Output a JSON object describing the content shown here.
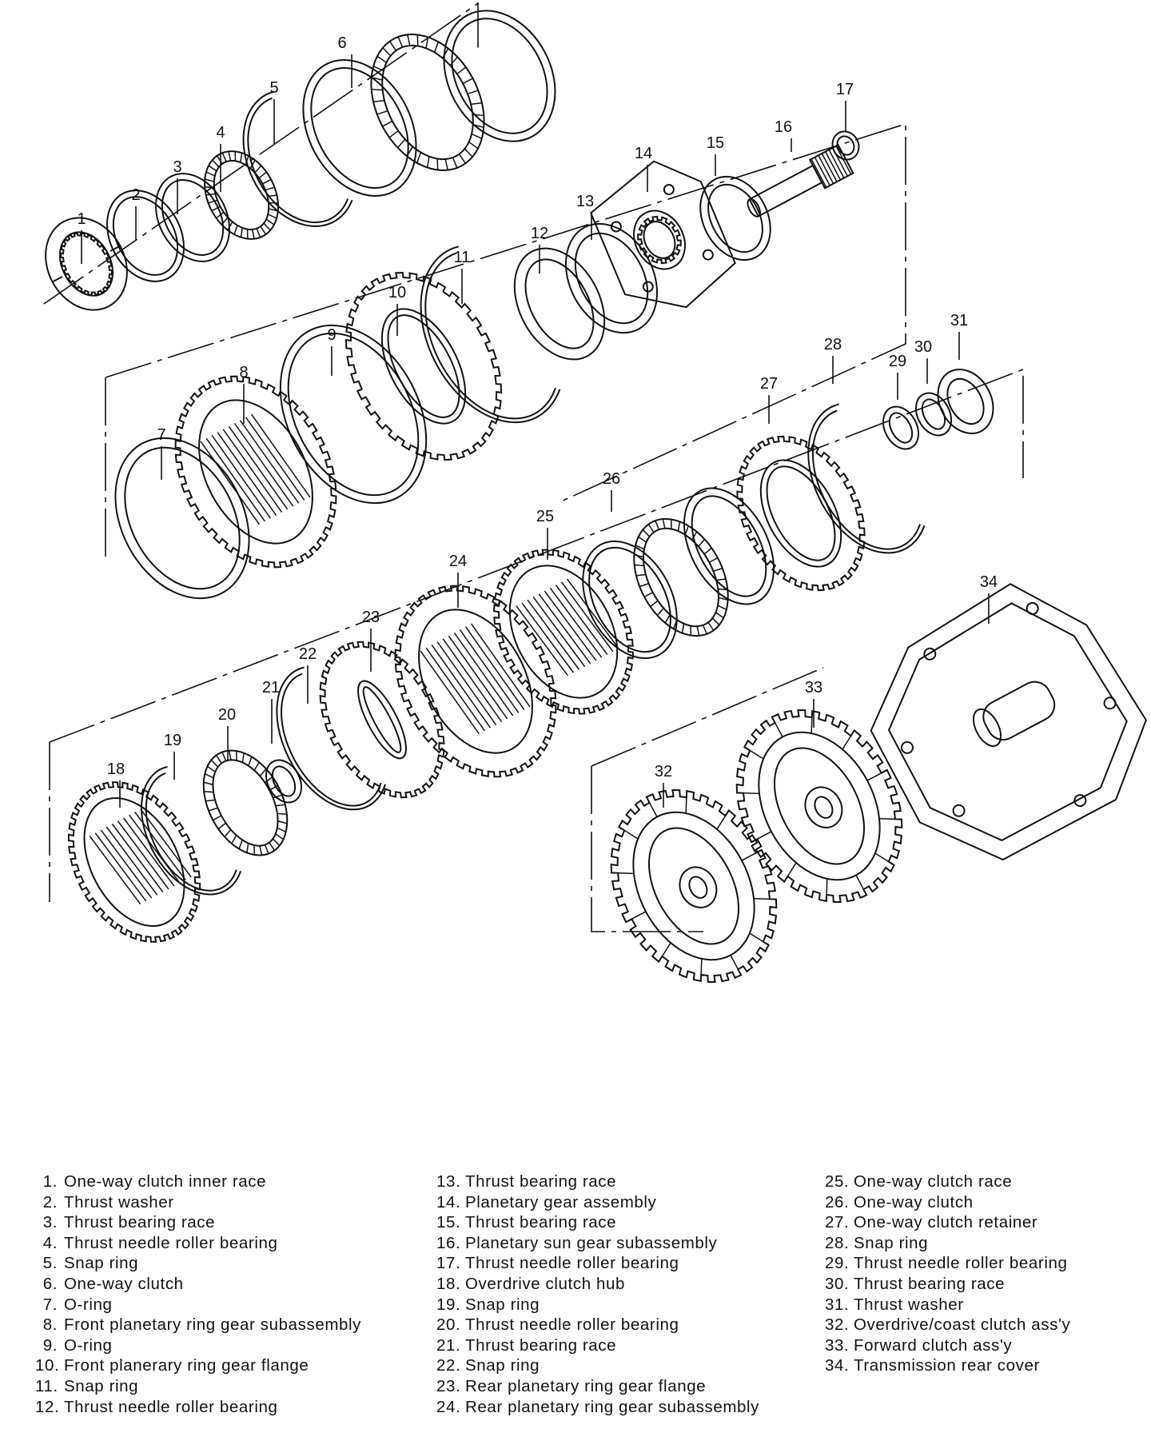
{
  "diagram": {
    "callouts": [
      "1",
      "2",
      "3",
      "4",
      "5",
      "6",
      "7",
      "8",
      "9",
      "10",
      "11",
      "12",
      "13",
      "14",
      "15",
      "16",
      "17",
      "18",
      "19",
      "20",
      "21",
      "22",
      "23",
      "24",
      "25",
      "26",
      "27",
      "28",
      "29",
      "30",
      "31",
      "32",
      "33",
      "34"
    ]
  },
  "legend": {
    "col1": [
      {
        "num": "1.",
        "text": "One-way clutch inner race"
      },
      {
        "num": "2.",
        "text": "Thrust washer"
      },
      {
        "num": "3.",
        "text": "Thrust bearing race"
      },
      {
        "num": "4.",
        "text": "Thrust needle roller bearing"
      },
      {
        "num": "5.",
        "text": "Snap ring"
      },
      {
        "num": "6.",
        "text": "One-way clutch"
      },
      {
        "num": "7.",
        "text": "O-ring"
      },
      {
        "num": "8.",
        "text": "Front planetary ring gear subassembly"
      },
      {
        "num": "9.",
        "text": "O-ring"
      },
      {
        "num": "10.",
        "text": "Front planerary ring gear flange"
      },
      {
        "num": "11.",
        "text": "Snap ring"
      },
      {
        "num": "12.",
        "text": "Thrust needle roller bearing"
      }
    ],
    "col2": [
      {
        "num": "13.",
        "text": "Thrust bearing race"
      },
      {
        "num": "14.",
        "text": "Planetary gear assembly"
      },
      {
        "num": "15.",
        "text": "Thrust bearing race"
      },
      {
        "num": "16.",
        "text": "Planetary sun gear subassembly"
      },
      {
        "num": "17.",
        "text": "Thrust needle roller bearing"
      },
      {
        "num": "18.",
        "text": "Overdrive clutch hub"
      },
      {
        "num": "19.",
        "text": "Snap ring"
      },
      {
        "num": "20.",
        "text": "Thrust needle roller bearing"
      },
      {
        "num": "21.",
        "text": "Thrust bearing race"
      },
      {
        "num": "22.",
        "text": "Snap ring"
      },
      {
        "num": "23.",
        "text": "Rear planetary ring gear flange"
      },
      {
        "num": "24.",
        "text": "Rear planetary ring gear subassembly"
      }
    ],
    "col3": [
      {
        "num": "25.",
        "text": "One-way clutch race"
      },
      {
        "num": "26.",
        "text": "One-way clutch"
      },
      {
        "num": "27.",
        "text": "One-way clutch retainer"
      },
      {
        "num": "28.",
        "text": "Snap ring"
      },
      {
        "num": "29.",
        "text": "Thrust needle roller bearing"
      },
      {
        "num": "30.",
        "text": "Thrust bearing race"
      },
      {
        "num": "31.",
        "text": "Thrust washer"
      },
      {
        "num": "32.",
        "text": "Overdrive/coast clutch ass'y"
      },
      {
        "num": "33.",
        "text": "Forward clutch ass'y"
      },
      {
        "num": "34.",
        "text": "Transmission rear cover"
      }
    ]
  }
}
